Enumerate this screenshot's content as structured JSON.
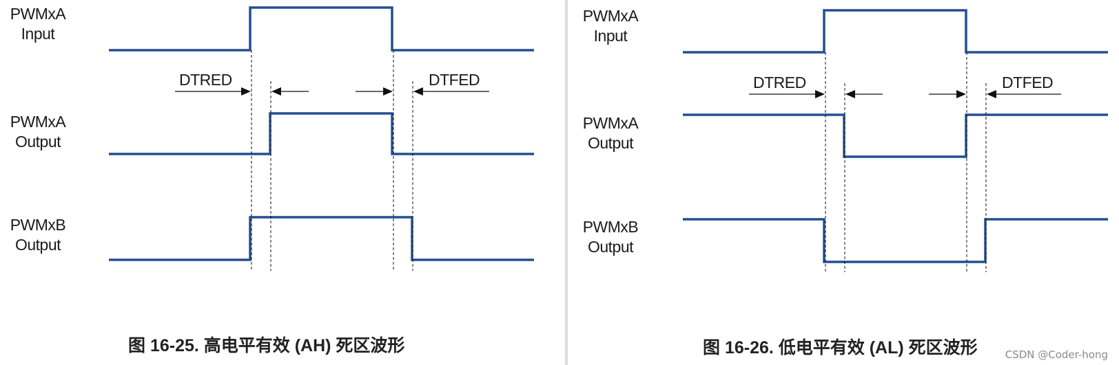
{
  "panels": [
    {
      "id": "ah",
      "caption": "图 16-25. 高电平有效 (AH) 死区波形",
      "signals": {
        "pwm_a_input": [
          "PWMxA",
          "Input"
        ],
        "pwm_a_output": [
          "PWMxA",
          "Output"
        ],
        "pwm_b_output": [
          "PWMxB",
          "Output"
        ]
      },
      "dt_labels": {
        "rising": "DTRED",
        "falling": "DTFED"
      }
    },
    {
      "id": "al",
      "caption": "图 16-26. 低电平有效 (AL) 死区波形",
      "signals": {
        "pwm_a_input": [
          "PWMxA",
          "Input"
        ],
        "pwm_a_output": [
          "PWMxA",
          "Output"
        ],
        "pwm_b_output": [
          "PWMxB",
          "Output"
        ]
      },
      "dt_labels": {
        "rising": "DTRED",
        "falling": "DTFED"
      }
    }
  ],
  "watermark": "CSDN @Coder-hong",
  "colors": {
    "waveform": "#234f91",
    "divider": "#d9d9d9",
    "text": "#1a1a1a"
  }
}
